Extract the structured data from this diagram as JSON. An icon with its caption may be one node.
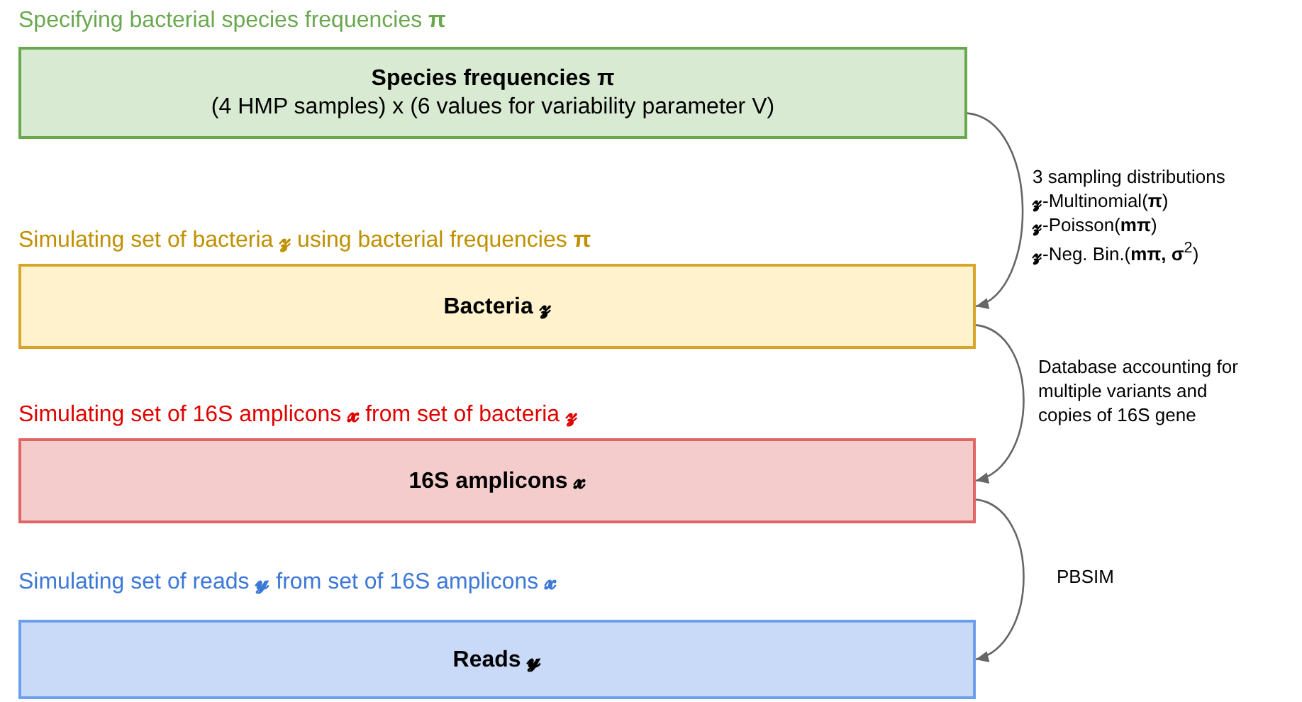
{
  "diagram": {
    "nodes": [
      {
        "text": [
          "Specifying bacterial species frequencies **π**",
          "Species frequencies π",
          "(4 HMP samples) x (6 values for variability parameter V)"
        ]
      },
      {
        "text": [
          "Simulating set of bacteria **𝔃** using bacterial frequencies **π**",
          "Bacteria 𝔃"
        ]
      },
      {
        "text": [
          "Simulating set of 16S amplicons **𝔁** from set of bacteria **𝔃**",
          "16S amplicons 𝔁"
        ]
      },
      {
        "text": [
          "Simulating set of reads **𝔂** from set of 16S amplicons **𝔁**",
          "Reads 𝔂"
        ]
      }
    ],
    "edges": [
      {
        "from": 0,
        "to": 1,
        "arrow": "to",
        "label": "3 sampling distributions"
      },
      {
        "from": 1,
        "to": 2,
        "arrow": "to",
        "label": "Database accounting for multiple variants and copies of 16S gene"
      },
      {
        "from": 2,
        "to": 3,
        "arrow": "to",
        "label": "PBSIM"
      }
    ],
    "labels": [
      "**𝔃**-Multinomial(**π**)",
      "**𝔃**-Poisson(**mπ**)",
      "**𝔃**-Neg. Bin.(**mπ, σ**$^{2}$)"
    ]
  }
}
